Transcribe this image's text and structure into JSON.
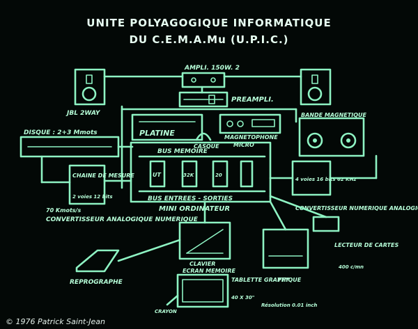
{
  "title_line1": "UNITE  POLYAGOGIQUE INFORMATIQUE",
  "title_line2": "DU C.E.M.A.Mu  (U.P.I.C.)",
  "labels": {
    "ampli": "AMPLI. 150W. 2",
    "preampli": "PREAMPLI.",
    "jbl_left": "JBL 2WAY",
    "platine": "PLATINE",
    "casque": "CASQUE",
    "micro": "MICRO",
    "magnetophone": "MAGNETOPHONE",
    "bande_magnetique": "BANDE MAGNETIQUE",
    "disque": "DISQUE : 2+3 Mmots",
    "bus_memoire": "BUS MEMOIRE",
    "bus_entrees_sorties": "BUS ENTREES - SORTIES",
    "mini_ordinateur": "MINI ORDINATEUR",
    "chaine_mesure": "CHAINE DE MESURE",
    "voies": "2 voies 12 bits",
    "convertisseur_an": "CONVERTISSEUR ANALOGIQUE NUMERIQUE",
    "kmots": "70 Kmots/s",
    "convertisseur_na": "CONVERTISSEUR NUMERIQUE ANALOGIQUE",
    "voies_na": "4 voies 16 bits 62 KHz",
    "ut": "UT",
    "m32": "32K",
    "m20": "20",
    "lecteur": "LECTEUR DE CARTES",
    "lecteur_rate": "400 c/mn",
    "tty": "TTY",
    "clavier": "CLAVIER",
    "ecran": "ECRAN MEMOIRE",
    "reprographe": "REPROGRAPHE",
    "tablette": "TABLETTE GRAPHIQUE",
    "tablette_size": "40 X 30\"",
    "resolution": "Résolution 0.01 inch",
    "crayon": "CRAYON"
  },
  "copyright": "© 1976 Patrick Saint-Jean"
}
